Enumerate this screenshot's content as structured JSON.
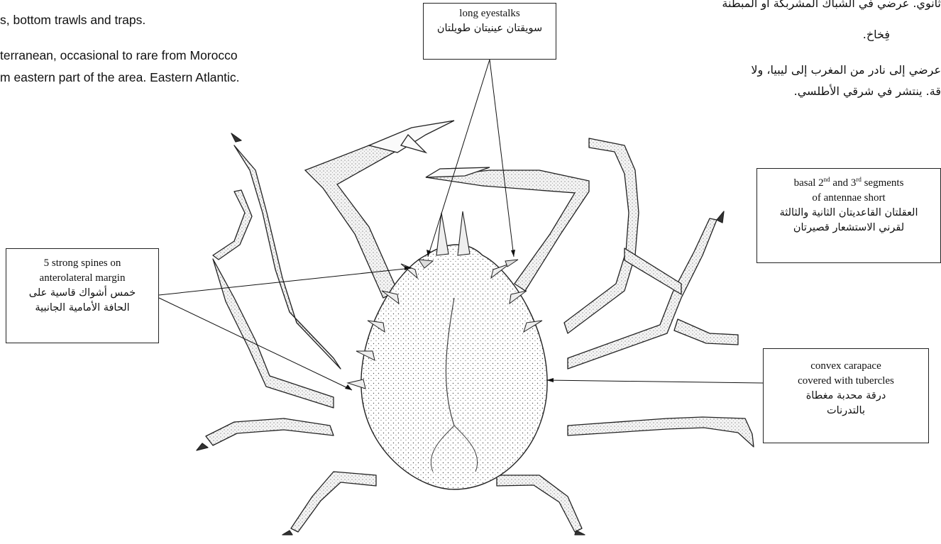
{
  "text_left": {
    "line1": "s, bottom trawls and traps.",
    "line2": "terranean, occasional to rare from Morocco",
    "line3": "m eastern part of the area. Eastern Atlantic."
  },
  "text_right": {
    "line0": "ثانوي. عرضي في الشباك المشربكة أو المبطنة",
    "line1": "فِخاخ.",
    "line2": "عرضي إلى نادر من المغرب إلى ليبيا، ولا",
    "line3": "قة. ينتشر في شرقي الأطلسي."
  },
  "labels": {
    "eyestalks": {
      "en": "long eyestalks",
      "ar": "سويقتان عينيتان طويلتان"
    },
    "antennae": {
      "en1_pre": "basal 2",
      "en1_sup1": "nd",
      "en1_mid": " and 3",
      "en1_sup2": "rd",
      "en1_post": " segments",
      "en2": "of antennae short",
      "ar1": "العقلتان القاعديتان الثانية والثالثة",
      "ar2": "لقرني الاستشعار قصيرتان"
    },
    "spines": {
      "en1": "5 strong spines on",
      "en2": "anterolateral margin",
      "ar1": "خمس أشواك قاسية على",
      "ar2": "الحافة الأمامية الجانبية"
    },
    "carapace": {
      "en1": "convex carapace",
      "en2": "covered with tubercles",
      "ar1": "درقة محدبة مغطاة",
      "ar2": "بالتدرنات"
    }
  }
}
